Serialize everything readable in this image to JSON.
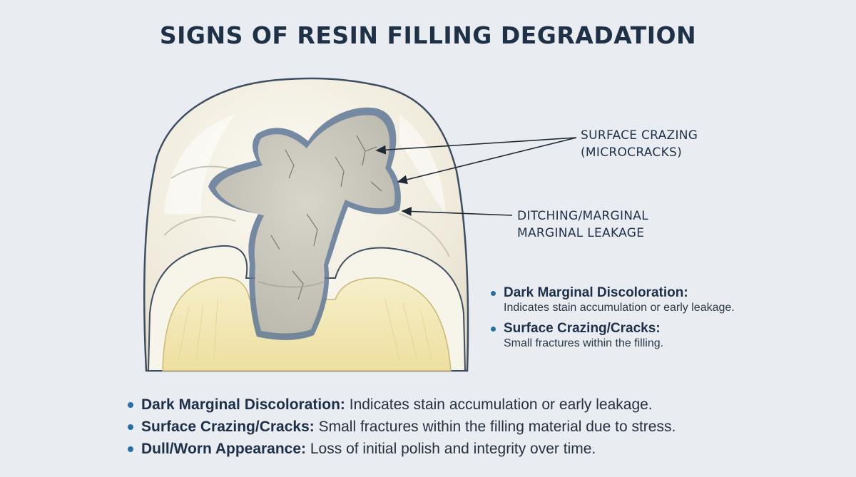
{
  "title": "SIGNS OF RESIN FILLING DEGRADATION",
  "callouts": {
    "crazing_line1": "SURFACE CRAZING",
    "crazing_line2": "(MICROCRACKS)",
    "ditching_line1": "DITCHING/MARGINAL",
    "ditching_line2": "MARGINAL LEAKAGE"
  },
  "side_list": [
    {
      "head": "Dark Marginal Discoloration:",
      "desc": "Indicates stain accumulation or early leakage."
    },
    {
      "head": "Surface Crazing/Cracks:",
      "desc": "Small fractures within the filling."
    }
  ],
  "bottom_list": [
    {
      "head": "Dark Marginal Discoloration:",
      "desc": "Indicates stain accumulation or early leakage."
    },
    {
      "head": "Surface Crazing/Cracks:",
      "desc": "Small fractures within the filling material due to stress."
    },
    {
      "head": "Dull/Worn Appearance:",
      "desc": "Loss of initial polish and integrity over time."
    }
  ],
  "colors": {
    "background": "#e9edf2",
    "enamel": "#f3f0e6",
    "dentin": "#f1e7b8",
    "filling": "#c9c6bc",
    "filling_margin": "#4f6a88",
    "text": "#1f3147",
    "bullet": "#2a6fa2"
  }
}
